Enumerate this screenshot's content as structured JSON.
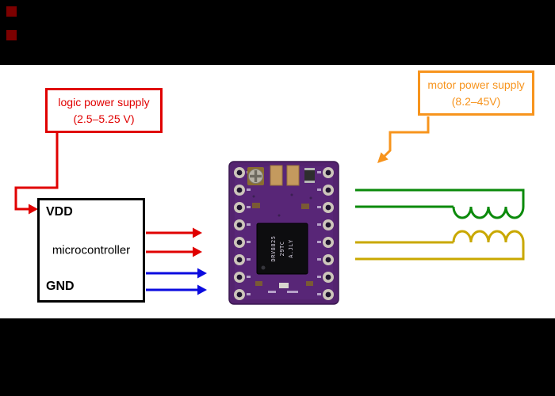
{
  "canvas": {
    "background": "#000000",
    "diagram_band_color": "#ffffff",
    "decor_square_color": "#7d0000"
  },
  "logic_supply": {
    "line1": "logic power supply",
    "line2": "(2.5–5.25 V)",
    "color": "#e00000"
  },
  "motor_supply": {
    "line1": "motor power supply",
    "line2": "(8.2–45V)",
    "color": "#f7941d"
  },
  "microcontroller": {
    "title": "microcontroller",
    "vdd": "VDD",
    "gnd": "GND"
  },
  "board": {
    "chip_line1": "DRV8825",
    "chip_line2": "29TC",
    "chip_line3": "A.JLY",
    "board_color": "#54236f"
  },
  "wires": {
    "logic_supply_color": "#e00000",
    "signal_color": "#e00000",
    "ground_color": "#0b0bdf",
    "motor_supply_color": "#f7941d",
    "coil_a_color": "#0b8a0b",
    "coil_b_color": "#c9a800"
  }
}
